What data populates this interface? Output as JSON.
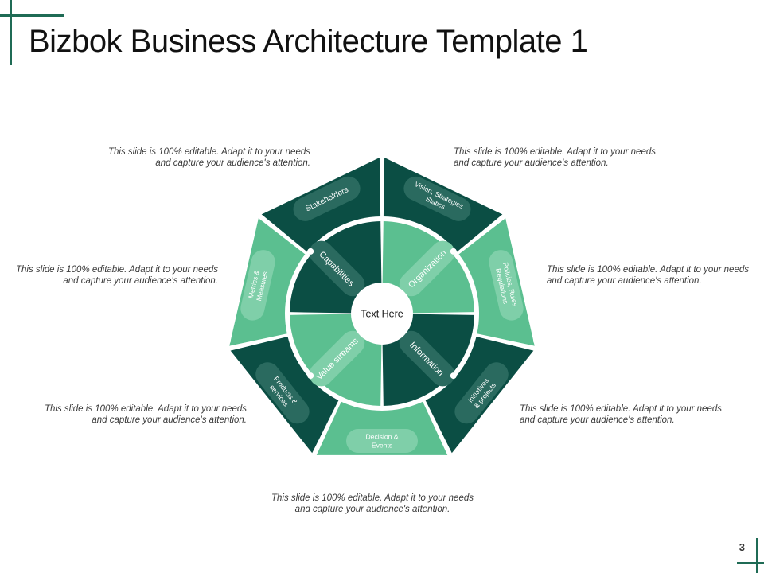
{
  "title": "Bizbok Business Architecture Template 1",
  "page_number": "3",
  "center_label": "Text Here",
  "colors": {
    "dark": "#0b4e44",
    "light": "#5bbf90",
    "pill_dark": "#2a6a5f",
    "pill_light": "#7fcfa9",
    "accent": "#1f6b55"
  },
  "inner_segments": [
    {
      "label": "Capabilities",
      "tone": "dark"
    },
    {
      "label": "Organization",
      "tone": "light"
    },
    {
      "label": "Information",
      "tone": "dark"
    },
    {
      "label": "Value streams",
      "tone": "light"
    }
  ],
  "outer_segments": [
    {
      "lines": [
        "Vision, Strategies",
        "Statics"
      ],
      "tone": "dark"
    },
    {
      "lines": [
        "Policies, Rules",
        "Regulations"
      ],
      "tone": "light"
    },
    {
      "lines": [
        "Initiatives",
        "& projects"
      ],
      "tone": "dark"
    },
    {
      "lines": [
        "Decision &",
        "Events"
      ],
      "tone": "light"
    },
    {
      "lines": [
        "Products &",
        "services"
      ],
      "tone": "dark"
    },
    {
      "lines": [
        "Metrics &",
        "Measures"
      ],
      "tone": "light"
    },
    {
      "lines": [
        "Stakeholders"
      ],
      "tone": "dark"
    }
  ],
  "descriptions": {
    "top_left": "This slide is 100% editable. Adapt it to your needs and capture your audience's attention.",
    "top_right": "This slide is 100% editable. Adapt it to your needs and capture your audience's attention.",
    "mid_left": "This slide is 100% editable. Adapt it to your needs and capture your audience's attention.",
    "mid_right": "This slide is 100% editable. Adapt it to your needs and capture your audience's attention.",
    "low_left": "This slide is 100% editable. Adapt it to your needs and capture your audience's attention.",
    "low_right": "This slide is 100% editable. Adapt it to your needs and capture your audience's attention.",
    "bottom": "This slide is 100% editable. Adapt it to your needs and capture your audience's attention."
  }
}
